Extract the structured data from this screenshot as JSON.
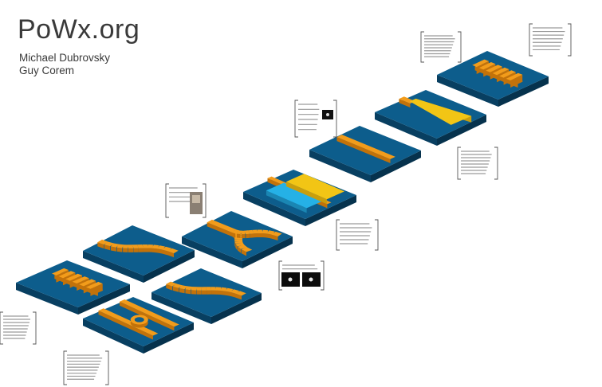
{
  "header": {
    "title": "PoWx.org",
    "authors": [
      "Michael Dubrovsky",
      "Guy Corem"
    ]
  },
  "colors": {
    "tile_top": "#0d5d8c",
    "tile_side": "#083f61",
    "waveguide": "#f29c1b",
    "waveguide_side": "#c2720a",
    "yellow_block": "#f2c515",
    "cyan_block": "#25b1e6",
    "note_bracket": "#555555",
    "note_line": "#9a9a9a"
  },
  "diagram": {
    "tiles": [
      {
        "name": "tile-periodic-waveguide-left",
        "device": "periodic-waveguide"
      },
      {
        "name": "tile-ring-resonator",
        "device": "ring-resonator"
      },
      {
        "name": "tile-s-bend-upper",
        "device": "s-bend"
      },
      {
        "name": "tile-s-bend-lower",
        "device": "s-bend"
      },
      {
        "name": "tile-y-splitter",
        "device": "y-splitter"
      },
      {
        "name": "tile-modulator",
        "device": "phase-modulator"
      },
      {
        "name": "tile-straight-waveguide",
        "device": "straight-waveguide"
      },
      {
        "name": "tile-taper",
        "device": "taper"
      },
      {
        "name": "tile-periodic-waveguide-right",
        "device": "periodic-waveguide"
      }
    ],
    "notes": [
      {
        "name": "note-top-right"
      },
      {
        "name": "note-top-center-right"
      },
      {
        "name": "note-taper"
      },
      {
        "name": "note-with-thumbnail"
      },
      {
        "name": "note-modulator"
      },
      {
        "name": "note-photo"
      },
      {
        "name": "note-simulation-images"
      },
      {
        "name": "note-left-edge"
      },
      {
        "name": "note-bottom"
      }
    ]
  }
}
